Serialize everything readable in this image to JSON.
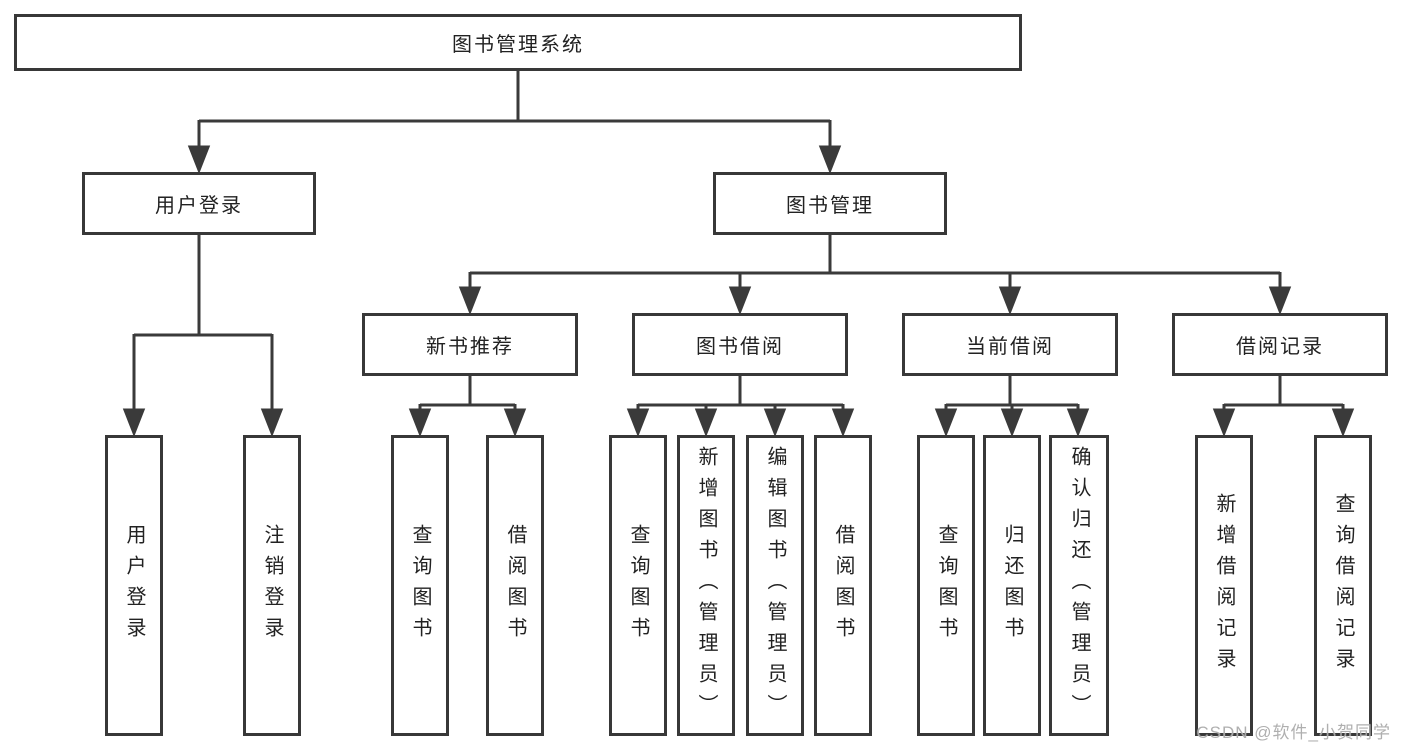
{
  "diagram": {
    "type": "tree",
    "root": {
      "label": "图书管理系统"
    },
    "level2": [
      {
        "label": "用户登录",
        "parent": "图书管理系统"
      },
      {
        "label": "图书管理",
        "parent": "图书管理系统"
      }
    ],
    "level3": [
      {
        "label": "新书推荐",
        "parent": "图书管理"
      },
      {
        "label": "图书借阅",
        "parent": "图书管理"
      },
      {
        "label": "当前借阅",
        "parent": "图书管理"
      },
      {
        "label": "借阅记录",
        "parent": "图书管理"
      }
    ],
    "leaves": [
      {
        "label": "用户登录",
        "parent": "用户登录"
      },
      {
        "label": "注销登录",
        "parent": "用户登录"
      },
      {
        "label": "查询图书",
        "parent": "新书推荐"
      },
      {
        "label": "借阅图书",
        "parent": "新书推荐"
      },
      {
        "label": "查询图书",
        "parent": "图书借阅"
      },
      {
        "label": "新增图书（管理员）",
        "parent": "图书借阅"
      },
      {
        "label": "编辑图书（管理员）",
        "parent": "图书借阅"
      },
      {
        "label": "借阅图书",
        "parent": "图书借阅"
      },
      {
        "label": "查询图书",
        "parent": "当前借阅"
      },
      {
        "label": "归还图书",
        "parent": "当前借阅"
      },
      {
        "label": "确认归还（管理员）",
        "parent": "当前借阅"
      },
      {
        "label": "新增借阅记录",
        "parent": "借阅记录"
      },
      {
        "label": "查询借阅记录",
        "parent": "借阅记录"
      }
    ],
    "watermark": "CSDN @软件_小贺同学",
    "colors": {
      "line": "#3a3a3a",
      "box_border": "#383838",
      "box_fill": "#ffffff",
      "text": "#222222",
      "watermark": "#a8a8a8"
    }
  }
}
